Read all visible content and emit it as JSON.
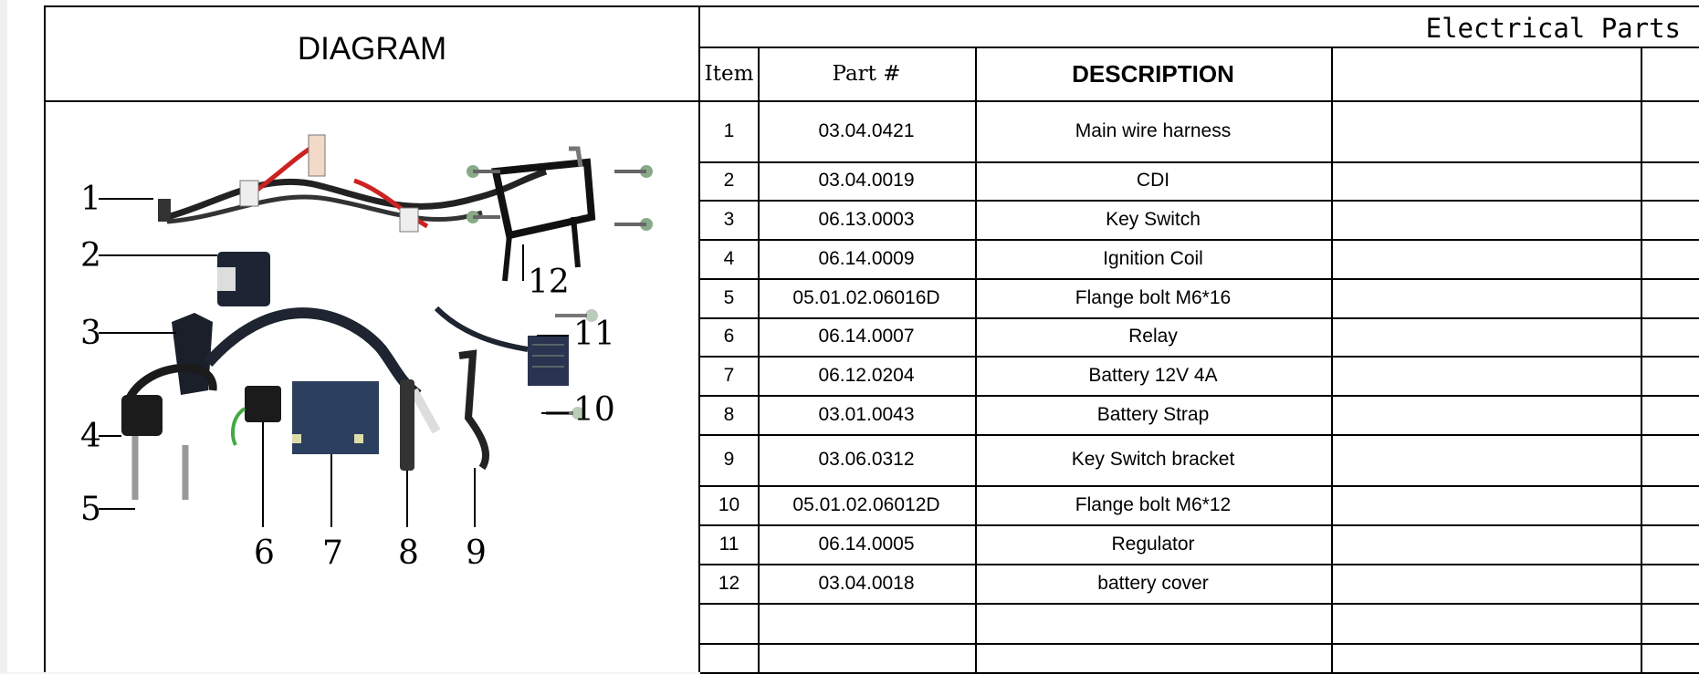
{
  "diagram_title": "DIAGRAM",
  "section_title": "Electrical Parts",
  "headers": {
    "item": "Item",
    "part": "Part #",
    "description": "DESCRIPTION"
  },
  "rows": [
    {
      "item": "1",
      "part": "03.04.0421",
      "description": "Main wire harness"
    },
    {
      "item": "2",
      "part": "03.04.0019",
      "description": "CDI"
    },
    {
      "item": "3",
      "part": "06.13.0003",
      "description": "Key Switch"
    },
    {
      "item": "4",
      "part": "06.14.0009",
      "description": "Ignition Coil"
    },
    {
      "item": "5",
      "part": "05.01.02.06016D",
      "description": "Flange bolt M6*16"
    },
    {
      "item": "6",
      "part": "06.14.0007",
      "description": "Relay"
    },
    {
      "item": "7",
      "part": "06.12.0204",
      "description": "Battery 12V 4A"
    },
    {
      "item": "8",
      "part": "03.01.0043",
      "description": "Battery Strap"
    },
    {
      "item": "9",
      "part": "03.06.0312",
      "description": "Key Switch bracket"
    },
    {
      "item": "10",
      "part": "05.01.02.06012D",
      "description": "Flange bolt M6*12"
    },
    {
      "item": "11",
      "part": "06.14.0005",
      "description": "Regulator"
    },
    {
      "item": "12",
      "part": "03.04.0018",
      "description": "battery cover"
    }
  ],
  "callouts": [
    "1",
    "2",
    "3",
    "4",
    "5",
    "6",
    "7",
    "8",
    "9",
    "10",
    "11",
    "12"
  ]
}
